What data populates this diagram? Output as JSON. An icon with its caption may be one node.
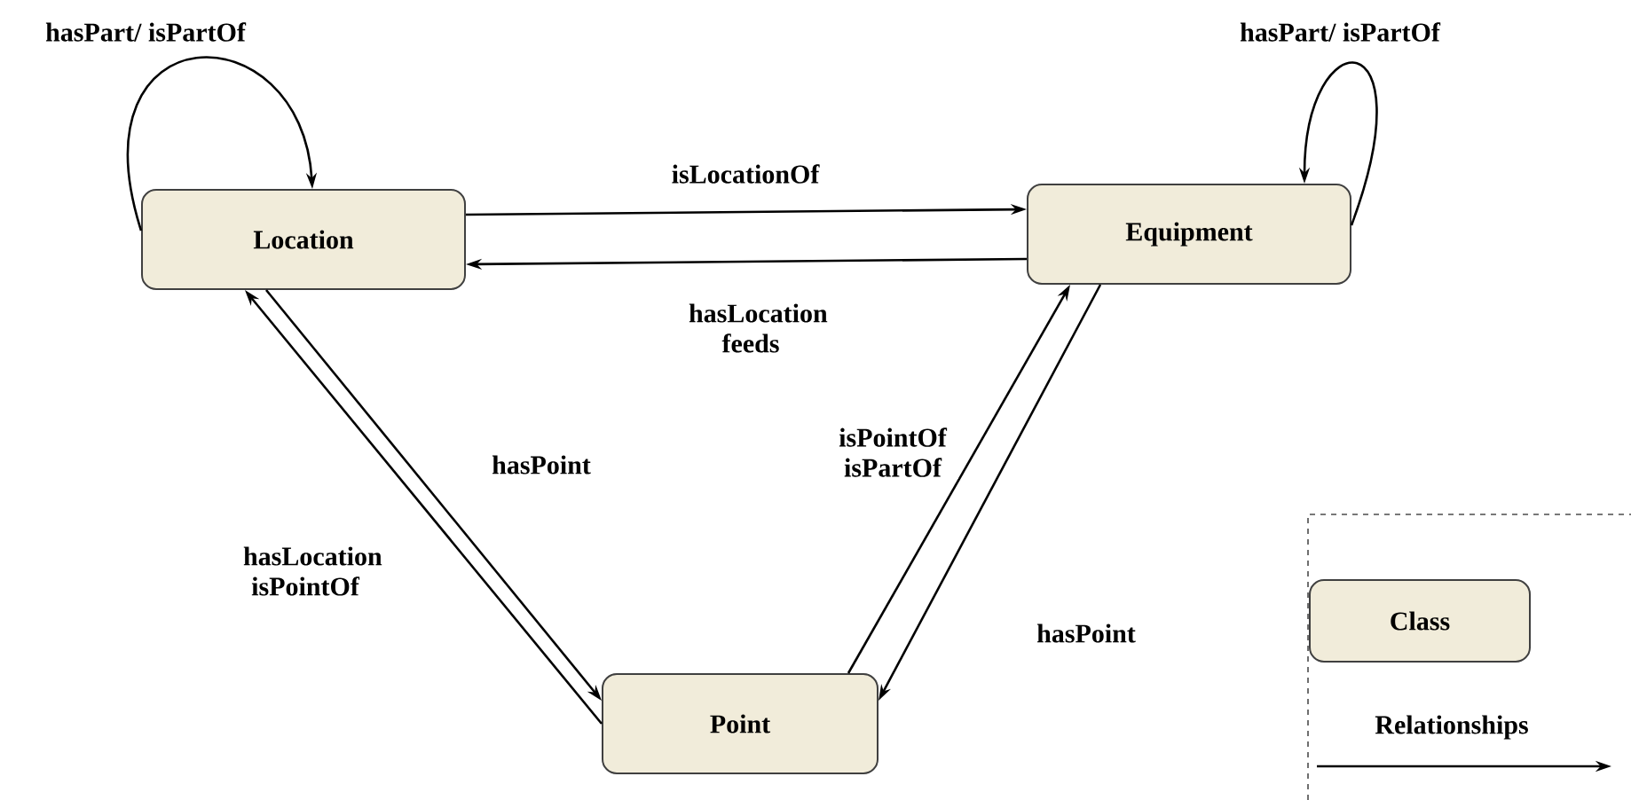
{
  "diagram": {
    "nodes": [
      {
        "text": [
          "Location"
        ]
      },
      {
        "text": [
          "Equipment"
        ]
      },
      {
        "text": [
          "Point"
        ]
      }
    ],
    "edges": [
      {
        "from": 0,
        "to": 0,
        "arrow": "to",
        "label": "hasPart/ isPartOf"
      },
      {
        "from": 1,
        "to": 1,
        "arrow": "to",
        "label": "hasPart/ isPartOf"
      },
      {
        "from": 0,
        "to": 1,
        "arrow": "to",
        "label": "isLocationOf"
      },
      {
        "from": 1,
        "to": 0,
        "arrow": "to",
        "label": "hasLocation feeds"
      },
      {
        "from": 0,
        "to": 2,
        "arrow": "to",
        "label": "hasPoint"
      },
      {
        "from": 2,
        "to": 0,
        "arrow": "to",
        "label": "hasLocation isPointOf"
      },
      {
        "from": 2,
        "to": 1,
        "arrow": "to",
        "label": "isPointOf isPartOf"
      },
      {
        "from": 1,
        "to": 2,
        "arrow": "to",
        "label": "hasPoint"
      }
    ],
    "legend": [
      {
        "text": "Class"
      },
      {
        "text": "Relationships"
      }
    ]
  }
}
